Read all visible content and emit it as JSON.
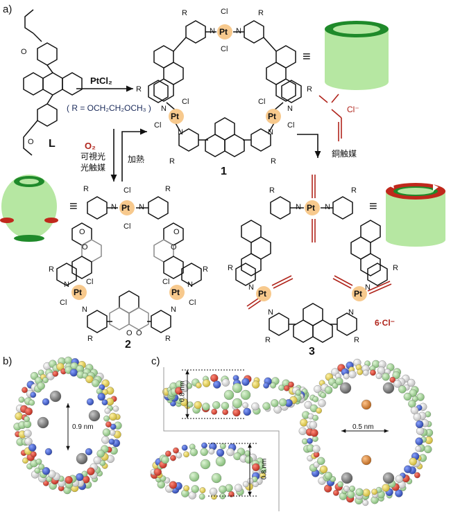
{
  "panels": {
    "a": "a)",
    "b": "b)",
    "c": "c)"
  },
  "compounds": {
    "ligand": "L",
    "c1": "1",
    "c2": "2",
    "c3": "3"
  },
  "reagents": {
    "ptcl2": "PtCl₂",
    "r_def": "( R = OCH₂CH₂OCH₃ )",
    "o2": "O₂",
    "visible_light": "可視光",
    "photocatalyst": "光触媒",
    "heating": "加熱",
    "copper_catalyst": "銅触媒",
    "chloride_salt": "6·Cl⁻",
    "alkyne_counterion": "Cl⁻"
  },
  "atoms": {
    "pt": "Pt",
    "cl": "Cl",
    "n": "N",
    "r": "R",
    "o": "O"
  },
  "equiv_symbol": "≡",
  "measurements": {
    "b_gap": "0.9 nm",
    "c_side_top": "0.8 nm",
    "c_side_bottom": "0.8 nm",
    "c_cavity": "0.5 nm"
  },
  "colors": {
    "pt_circle": "#f7c98d",
    "reagent_red": "#b0241b",
    "cylinder_green": "#b6e7a2",
    "cylinder_rim": "#1f8a2a",
    "rotation_red": "#c0281c",
    "atom_carbon": "#9dce92",
    "atom_hydrogen": "#e4e4e4",
    "atom_oxygen": "#d33a2a",
    "atom_nitrogen": "#3c5bd1",
    "atom_pt": "#7d7d7d",
    "atom_cl": "#e2d24a",
    "atom_cu": "#e08a2a"
  }
}
